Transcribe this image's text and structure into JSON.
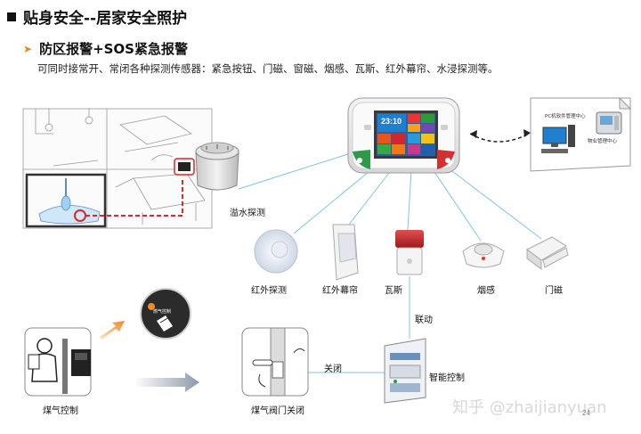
{
  "header": {
    "title": "贴身安全--居家安全照护",
    "subtitle": "防区报警+SOS紧急报警",
    "description": "可同时接常开、常闭各种探测传感器：紧急按钮、门磁、窗磁、烟感、瓦斯、红外幕帘、水浸探测等。"
  },
  "panel": {
    "time": "23:10"
  },
  "pc": {
    "pc_label": "PC机软件管理中心",
    "phone_label": "物业管理中心"
  },
  "sensors": {
    "water": "溢水探测",
    "pir": "红外探测",
    "curtain": "红外幕帘",
    "gas": "瓦斯",
    "smoke": "烟感",
    "door": "门磁"
  },
  "flow": {
    "linkage": "联动",
    "close": "关闭",
    "smart_control": "智能控制",
    "gas_control": "煤气控制",
    "valve_close": "煤气阀门关闭",
    "callout_text": "燃气控制"
  },
  "footer": {
    "watermark": "知乎 @zhaijianyuan",
    "page": "24"
  }
}
